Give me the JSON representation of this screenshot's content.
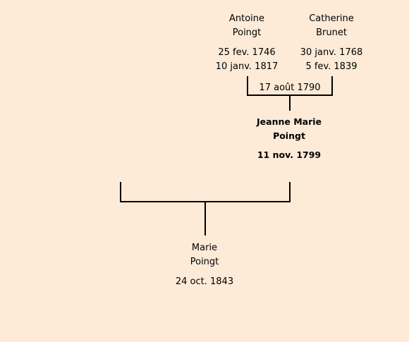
{
  "father": {
    "first_name": "Antoine",
    "last_name": "Poingt",
    "birth": "25 fev. 1746",
    "death": "10 janv. 1817"
  },
  "mother": {
    "first_name": "Catherine",
    "last_name": "Brunet",
    "birth": "30 janv. 1768",
    "death": "5 fev. 1839"
  },
  "parents_marriage": "17 août 1790",
  "focus_person": {
    "first_name": "Jeanne Marie",
    "last_name": "Poingt",
    "birth": "11 nov. 1799"
  },
  "child": {
    "first_name": "Marie",
    "last_name": "Poingt",
    "birth": "24 oct. 1843"
  }
}
